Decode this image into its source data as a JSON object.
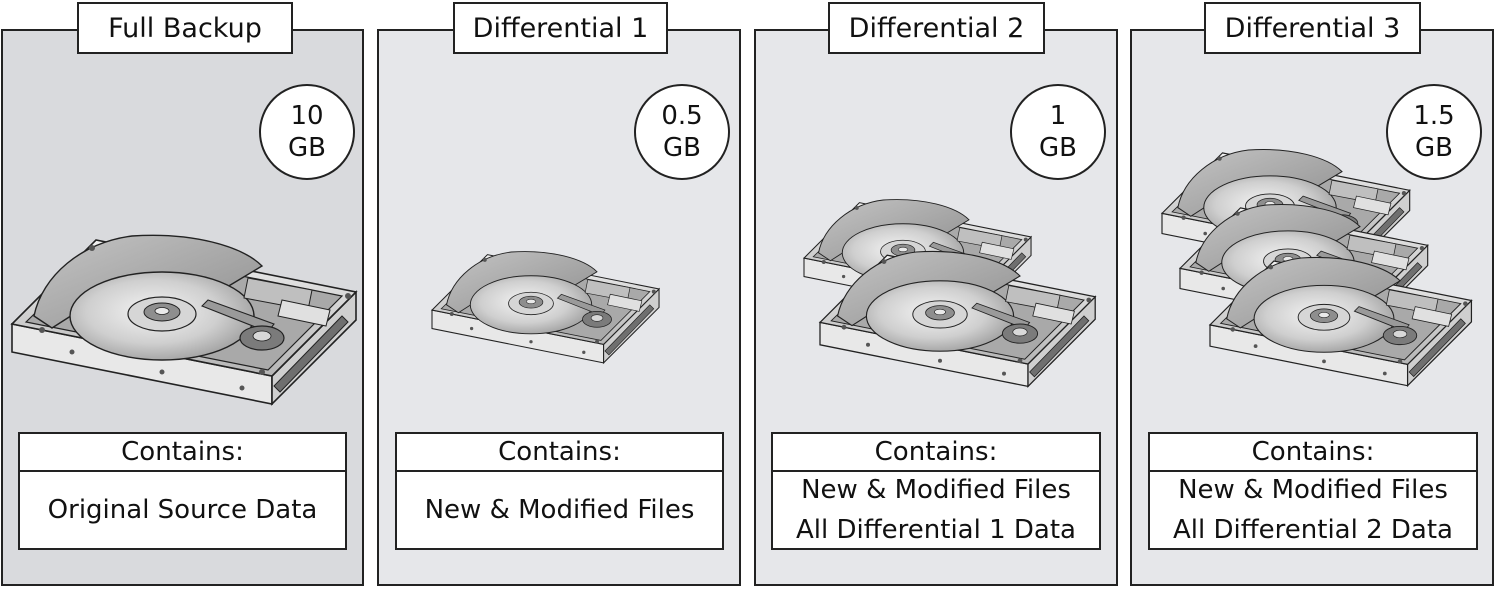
{
  "panels": [
    {
      "title": "Full Backup",
      "size_value": "10",
      "size_unit": "GB",
      "drive_icon_count": 1,
      "contains_label": "Contains:",
      "contains_lines": [
        "Original Source Data"
      ]
    },
    {
      "title": "Differential 1",
      "size_value": "0.5",
      "size_unit": "GB",
      "drive_icon_count": 1,
      "contains_label": "Contains:",
      "contains_lines": [
        "New & Modified Files"
      ]
    },
    {
      "title": "Differential 2",
      "size_value": "1",
      "size_unit": "GB",
      "drive_icon_count": 2,
      "contains_label": "Contains:",
      "contains_lines": [
        "New & Modified Files",
        "All Differential 1 Data"
      ]
    },
    {
      "title": "Differential 3",
      "size_value": "1.5",
      "size_unit": "GB",
      "drive_icon_count": 3,
      "contains_label": "Contains:",
      "contains_lines": [
        "New & Modified Files",
        "All Differential 2 Data"
      ]
    }
  ],
  "icons": {
    "drive": "hard-drive-icon"
  }
}
